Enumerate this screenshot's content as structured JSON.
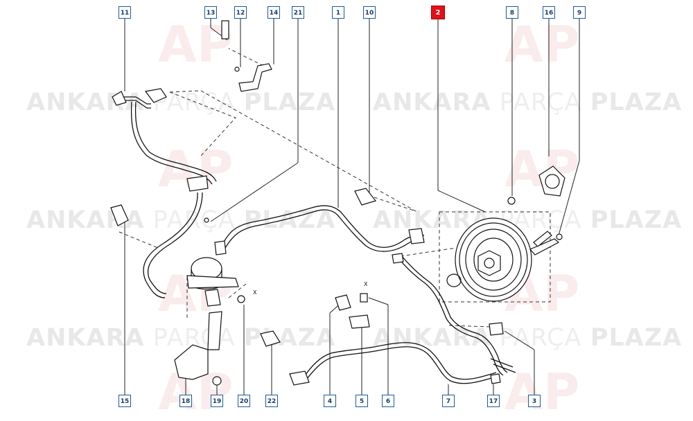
{
  "watermark": {
    "part1": "ANKARA",
    "part2": "PARÇA",
    "part3": "PLAZA",
    "logo": "AP",
    "color": "#c8c8c8"
  },
  "highlight_color": "#e3101a",
  "callouts_top": [
    "11",
    "13",
    "12",
    "14",
    "21",
    "1",
    "10",
    "2",
    "8",
    "16",
    "9"
  ],
  "callouts_bottom": [
    "15",
    "18",
    "19",
    "20",
    "22",
    "4",
    "5",
    "6",
    "7",
    "17",
    "3"
  ],
  "highlighted": "2",
  "small_marks": [
    "X",
    "X"
  ]
}
